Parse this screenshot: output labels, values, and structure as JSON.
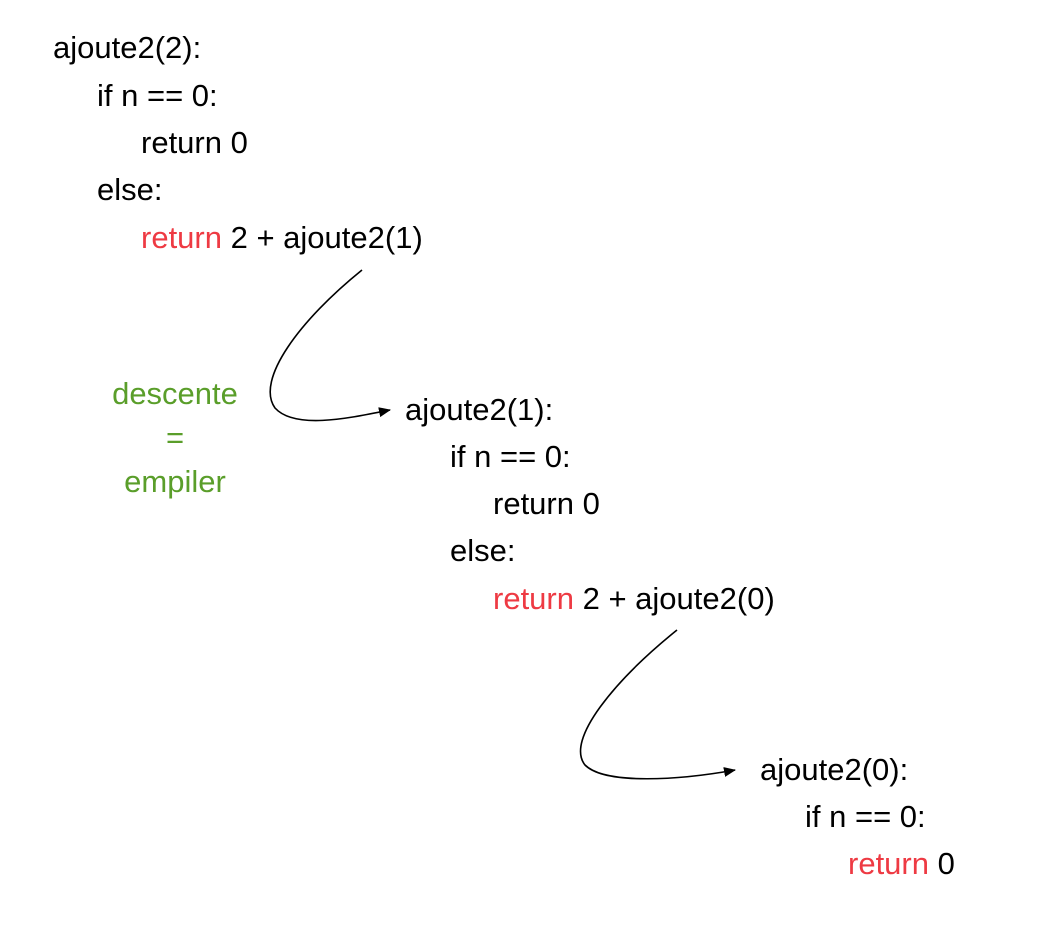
{
  "colors": {
    "keyword": "#ee3a43",
    "annotation": "#5a9e2a",
    "text": "#000000"
  },
  "blocks": [
    {
      "header": "ajoute2(2):",
      "cond": "if n == 0:",
      "ret_base": "return 0",
      "else": "else:",
      "ret_kw": "return",
      "ret_expr": "2 + ajoute2(1)"
    },
    {
      "header": "ajoute2(1):",
      "cond": "if n == 0:",
      "ret_base": "return 0",
      "else": "else:",
      "ret_kw": "return",
      "ret_expr": "2 + ajoute2(0)"
    },
    {
      "header": "ajoute2(0):",
      "cond": "if n == 0:",
      "ret_kw": "return",
      "ret_expr": "0"
    }
  ],
  "annotation": {
    "line1": "descente",
    "line2": "=",
    "line3": "empiler"
  }
}
